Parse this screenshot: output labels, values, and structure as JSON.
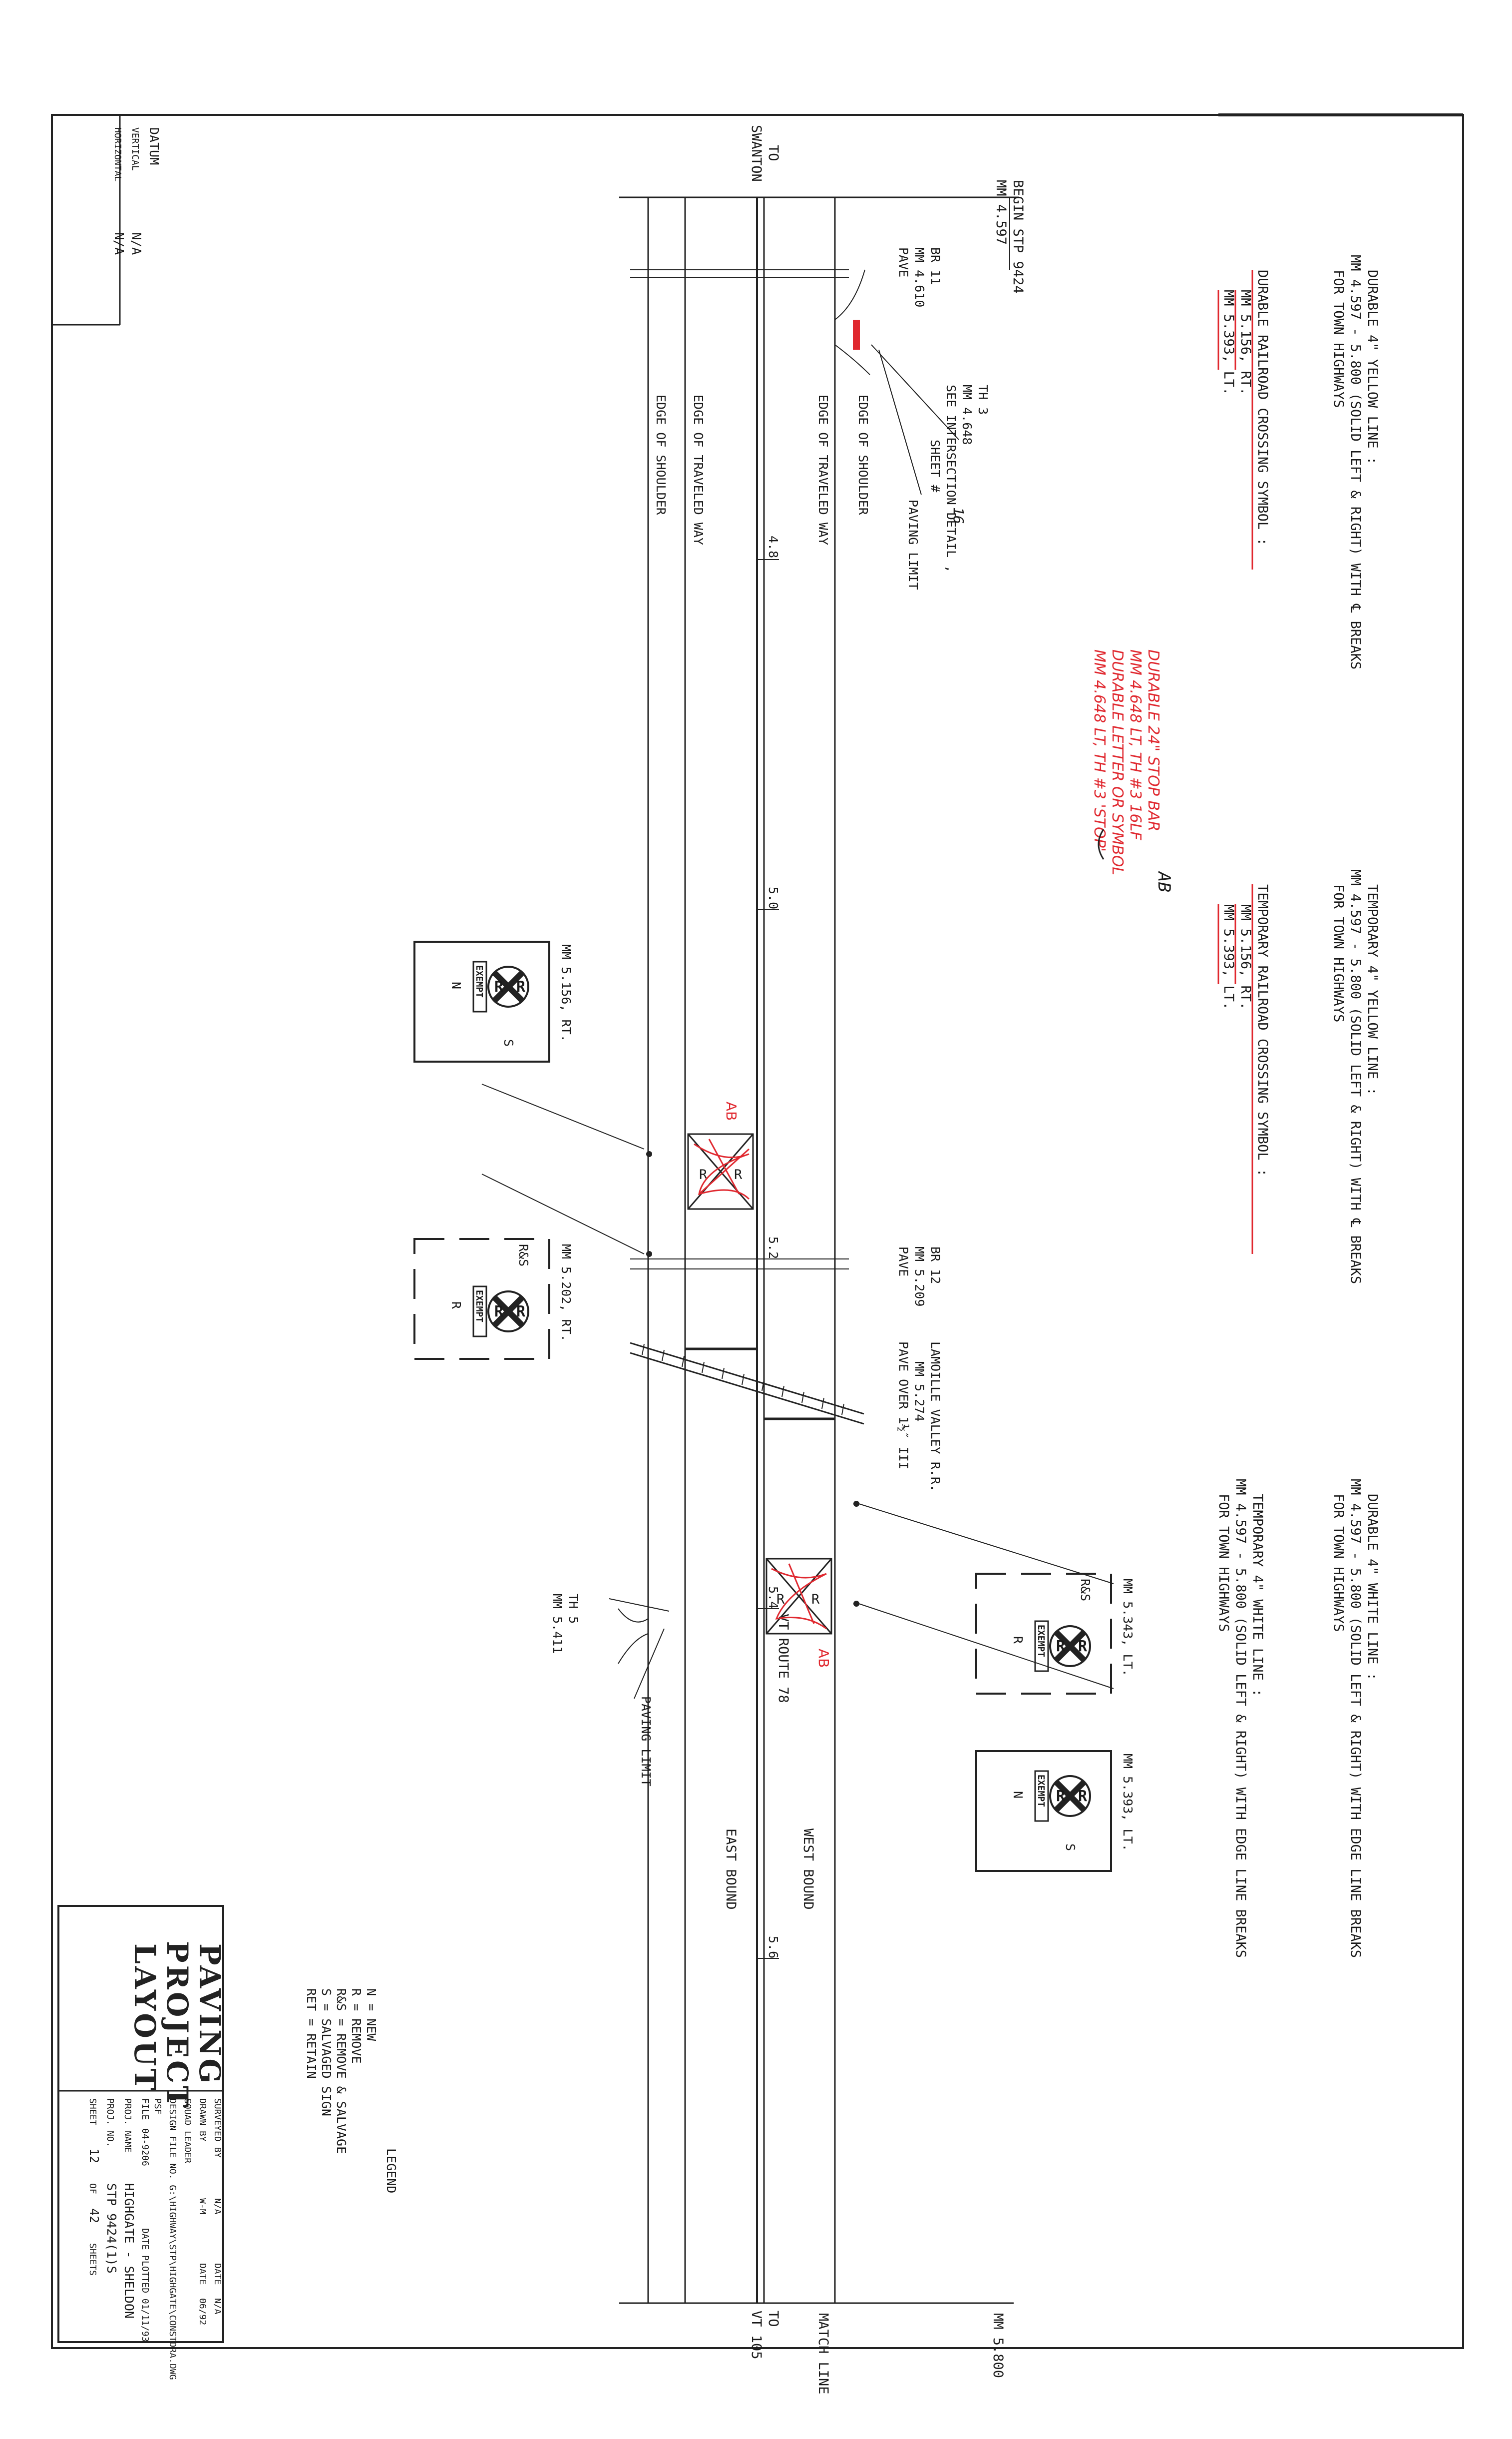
{
  "notes": {
    "durable_yellow": {
      "title": "DURABLE 4\" YELLOW LINE :",
      "range": "MM 4.597 - 5.800  (SOLID LEFT & RIGHT) WITH ℄ BREAKS",
      "scope": "FOR TOWN HIGHWAYS"
    },
    "temporary_yellow": {
      "title": "TEMPORARY 4\" YELLOW LINE :",
      "range": "MM 4.597 - 5.800  (SOLID LEFT & RIGHT) WITH ℄ BREAKS",
      "scope": "FOR TOWN HIGHWAYS"
    },
    "durable_white": {
      "title": "DURABLE 4\" WHITE LINE :",
      "range": "MM 4.597 - 5.800  (SOLID LEFT & RIGHT) WITH EDGE LINE BREAKS",
      "scope": "FOR TOWN HIGHWAYS"
    },
    "temporary_white": {
      "title": "TEMPORARY 4\" WHITE LINE :",
      "range": "MM 4.597 - 5.800  (SOLID LEFT & RIGHT) WITH EDGE LINE BREAKS",
      "scope": "FOR TOWN HIGHWAYS"
    },
    "durable_rr": {
      "title": "DURABLE RAILROAD CROSSING SYMBOL :",
      "mm1": "MM 5.156, RT.",
      "mm2": "MM 5.393, LT."
    },
    "temporary_rr": {
      "title": "TEMPORARY RAILROAD CROSSING SYMBOL :",
      "mm1": "MM 5.156, RT.",
      "mm2": "MM 5.393, LT."
    }
  },
  "handwritten": {
    "line1": "DURABLE 24\" STOP BAR",
    "line2": "MM 4.648 LT, TH #3  16LF",
    "line3": "DURABLE LETTER OR SYMBOL",
    "line4": "MM 4.648 LT, TH #3  'STOP'",
    "initials": "AB",
    "sheet_ref": "16"
  },
  "road": {
    "begin": "BEGIN  STP 9424",
    "begin_mm": "MM 4.597",
    "to_left": "TO",
    "to_left_place": "SWANTON",
    "to_right": "TO",
    "to_right_place": "VT 105",
    "end_mm": "MM 5.800",
    "match_line": "MATCH LINE",
    "edge_of_shoulder_top": "EDGE OF SHOULDER",
    "edge_traveled_top": "EDGE OF TRAVELED WAY",
    "edge_traveled_bottom": "EDGE OF TRAVELED WAY",
    "edge_of_shoulder_bottom": "EDGE OF SHOULDER",
    "route": "VT ROUTE 78",
    "west_bound": "WEST BOUND",
    "east_bound": "EAST BOUND",
    "stations": [
      "4.8",
      "5.0",
      "5.2",
      "5.4",
      "5.6"
    ]
  },
  "features": {
    "br11": "BR 11",
    "br11_mm": "MM 4.610",
    "br11_pave": "PAVE",
    "th3": "TH 3",
    "th3_mm": "MM 4.648",
    "th3_detail": "SEE INTERSECTION DETAIL ,",
    "th3_sheet": "SHEET #",
    "paving_limit": "PAVING LIMIT",
    "br12": "BR 12",
    "br12_mm": "MM 5.209",
    "br12_pave": "PAVE",
    "railroad": "LAMOILLE VALLEY R.R.",
    "railroad_mm": "MM 5.274",
    "railroad_note": "PAVE OVER 1½″ III",
    "th5": "TH 5",
    "th5_mm": "MM 5.411",
    "paving_limit_2": "PAVING LIMIT"
  },
  "signs": [
    {
      "mm": "MM 5.156, RT.",
      "left": "S",
      "right": "",
      "bottom": "N"
    },
    {
      "mm": "MM 5.202, RT.",
      "left": "R&S",
      "right": "",
      "bottom": "R"
    },
    {
      "mm": "MM 5.343, LT.",
      "left": "R&S",
      "right": "",
      "bottom": "R"
    },
    {
      "mm": "MM 5.393, LT.",
      "left": "",
      "right": "S",
      "bottom": "N"
    }
  ],
  "sign_text": {
    "exempt": "EXEMPT",
    "letter": "R"
  },
  "legend": {
    "title": "LEGEND",
    "items": [
      "N   = NEW",
      "R   = REMOVE",
      "R&S = REMOVE & SALVAGE",
      "S   = SALVAGED SIGN",
      "RET = RETAIN"
    ]
  },
  "datum": {
    "title": "DATUM",
    "vertical_label": "VERTICAL",
    "vertical_value": "N/A",
    "horizontal_label": "HORIZONTAL",
    "horizontal_value": "N/A"
  },
  "title_block": {
    "line1": "PAVING",
    "line2": "PROJECT",
    "line3": "LAYOUT",
    "surveyed_by": "SURVEYED BY",
    "surveyed_value": "N/A",
    "surveyed_date_label": "DATE",
    "surveyed_date": "N/A",
    "drawn_by": "DRAWN BY",
    "drawn_value": "W-M",
    "drawn_date_label": "DATE",
    "drawn_date": "06/92",
    "squad_leader": "SQUAD LEADER",
    "design_file": "DESIGN FILE NO. G:\\HIGHWAY\\STP\\HIGHGATE\\CONSTDRA.DWG",
    "psf": "PSF",
    "file": "FILE",
    "file_value": "04-9206",
    "plotted": "DATE PLOTTED 01/11/93",
    "proj_name_label": "PROJ. NAME",
    "proj_name": "HIGHGATE - SHELDON",
    "proj_no_label": "PROJ. NO.",
    "proj_no": "STP 9424(1)S",
    "sheet_label": "SHEET",
    "sheet_no": "12",
    "of": "OF",
    "total": "42",
    "sheets": "SHEETS"
  }
}
